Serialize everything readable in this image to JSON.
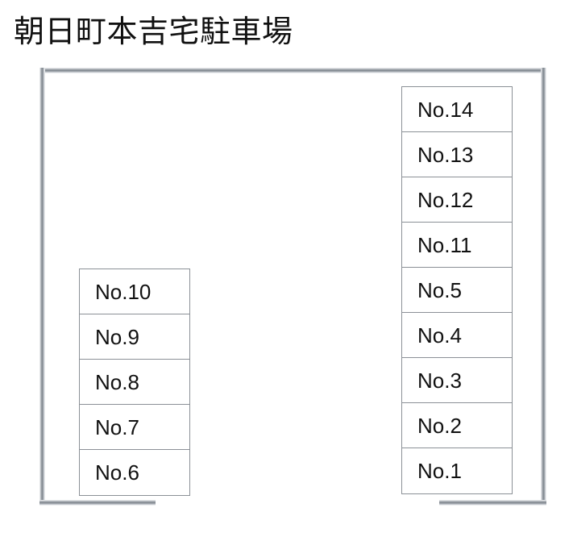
{
  "title": "朝日町本吉宅駐車場",
  "lot": {
    "boundary_color": "#8b9096",
    "stall_border_color": "#8b9096",
    "stall_fill_color": "#ffffff",
    "label_color": "#111111",
    "entrance_note": "bottom boundary open between left and right segments"
  },
  "stacks": {
    "left": {
      "name": "left-stall-column",
      "stalls": [
        {
          "label": "No.10"
        },
        {
          "label": "No.9"
        },
        {
          "label": "No.8"
        },
        {
          "label": "No.7"
        },
        {
          "label": "No.6"
        }
      ]
    },
    "right": {
      "name": "right-stall-column",
      "stalls": [
        {
          "label": "No.14"
        },
        {
          "label": "No.13"
        },
        {
          "label": "No.12"
        },
        {
          "label": "No.11"
        },
        {
          "label": "No.5"
        },
        {
          "label": "No.4"
        },
        {
          "label": "No.3"
        },
        {
          "label": "No.2"
        },
        {
          "label": "No.1"
        }
      ]
    }
  }
}
